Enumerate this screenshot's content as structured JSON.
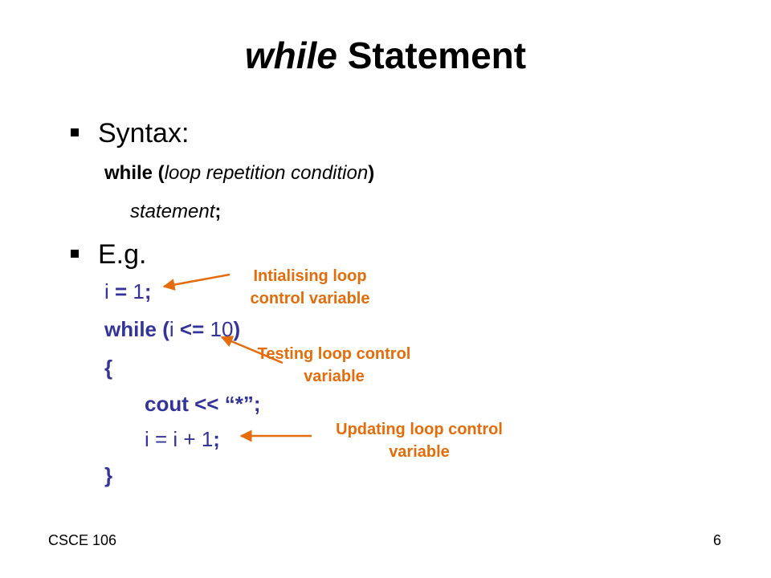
{
  "slide": {
    "title_keyword": "while",
    "title_rest": " Statement",
    "bullets": [
      {
        "label": "Syntax:"
      },
      {
        "label": "E.g."
      }
    ],
    "syntax": {
      "kw": "while",
      "open": " (",
      "condition": "loop repetition condition",
      "close": ")",
      "statement": "statement",
      "semicolon": ";"
    },
    "example": {
      "line1": {
        "var": "i",
        "op": " = ",
        "val": "1",
        "semi": ";"
      },
      "line2": {
        "kw": "while",
        "open": " (",
        "var": "i",
        "op": " <= ",
        "val": "10",
        "close": ")"
      },
      "open_brace": "{",
      "line3": {
        "stmt": "cout << “*”;"
      },
      "line4": {
        "text": "i = i + 1",
        "semi": ";"
      },
      "close_brace": "}"
    },
    "annotations": {
      "init": {
        "line1": "Intialising loop",
        "line2": "control variable"
      },
      "test": {
        "line1": "Testing loop control",
        "line2": "variable"
      },
      "update": {
        "line1": "Updating loop control",
        "line2": "variable"
      }
    },
    "footer": {
      "course": "CSCE 106",
      "page": "6"
    },
    "colors": {
      "code": "#333399",
      "annotation": "#e46c0a",
      "text": "#000000"
    }
  }
}
